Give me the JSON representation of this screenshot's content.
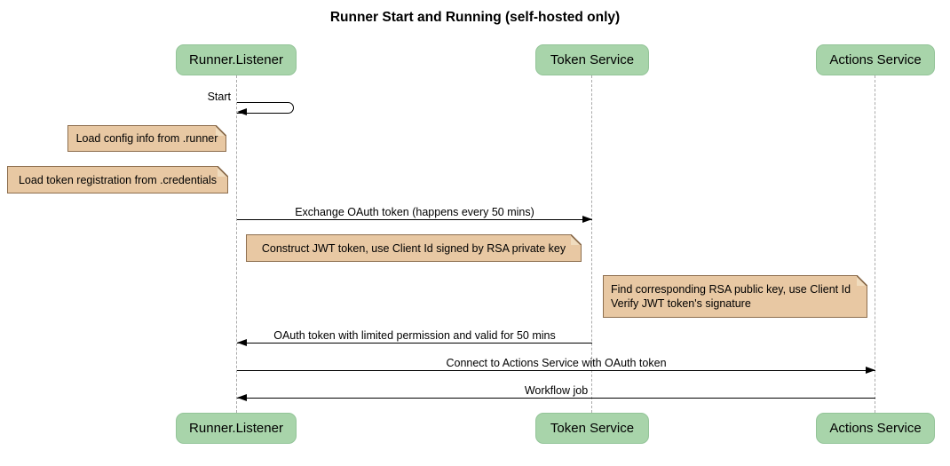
{
  "title": "Runner Start and Running (self-hosted only)",
  "diagram_type": "sequence",
  "participants": [
    {
      "label": "Runner.Listener"
    },
    {
      "label": "Token Service"
    },
    {
      "label": "Actions Service"
    }
  ],
  "messages": [
    {
      "label": "Start",
      "from": "Runner.Listener",
      "to": "Runner.Listener",
      "kind": "self"
    },
    {
      "label": "Exchange OAuth token (happens every 50 mins)",
      "from": "Runner.Listener",
      "to": "Token Service",
      "kind": "solid-arrow"
    },
    {
      "label": "OAuth token with limited permission and valid for 50 mins",
      "from": "Token Service",
      "to": "Runner.Listener",
      "kind": "solid-arrow"
    },
    {
      "label": "Connect to Actions Service with OAuth token",
      "from": "Runner.Listener",
      "to": "Actions Service",
      "kind": "solid-arrow"
    },
    {
      "label": "Workflow job",
      "from": "Actions Service",
      "to": "Runner.Listener",
      "kind": "solid-arrow"
    }
  ],
  "notes": [
    {
      "text": "Load config info from .runner",
      "attached_to": "Runner.Listener"
    },
    {
      "text": "Load token registration from .credentials",
      "attached_to": "Runner.Listener"
    },
    {
      "text": "Construct JWT token, use Client Id signed by RSA private key",
      "attached_to": "Token Service"
    },
    {
      "line1": "Find corresponding RSA public key, use Client Id",
      "line2": "Verify JWT token's signature",
      "attached_to": "Actions Service"
    }
  ],
  "colors": {
    "background": "#FFFFFF",
    "participant-fill": "#A8D4AA",
    "participant-border": "#93C498",
    "note-fill": "#E8C8A3",
    "note-border": "#8D6E4E",
    "lifeline": "#AAAAAA",
    "message-line": "#000000",
    "text": "#000000"
  }
}
